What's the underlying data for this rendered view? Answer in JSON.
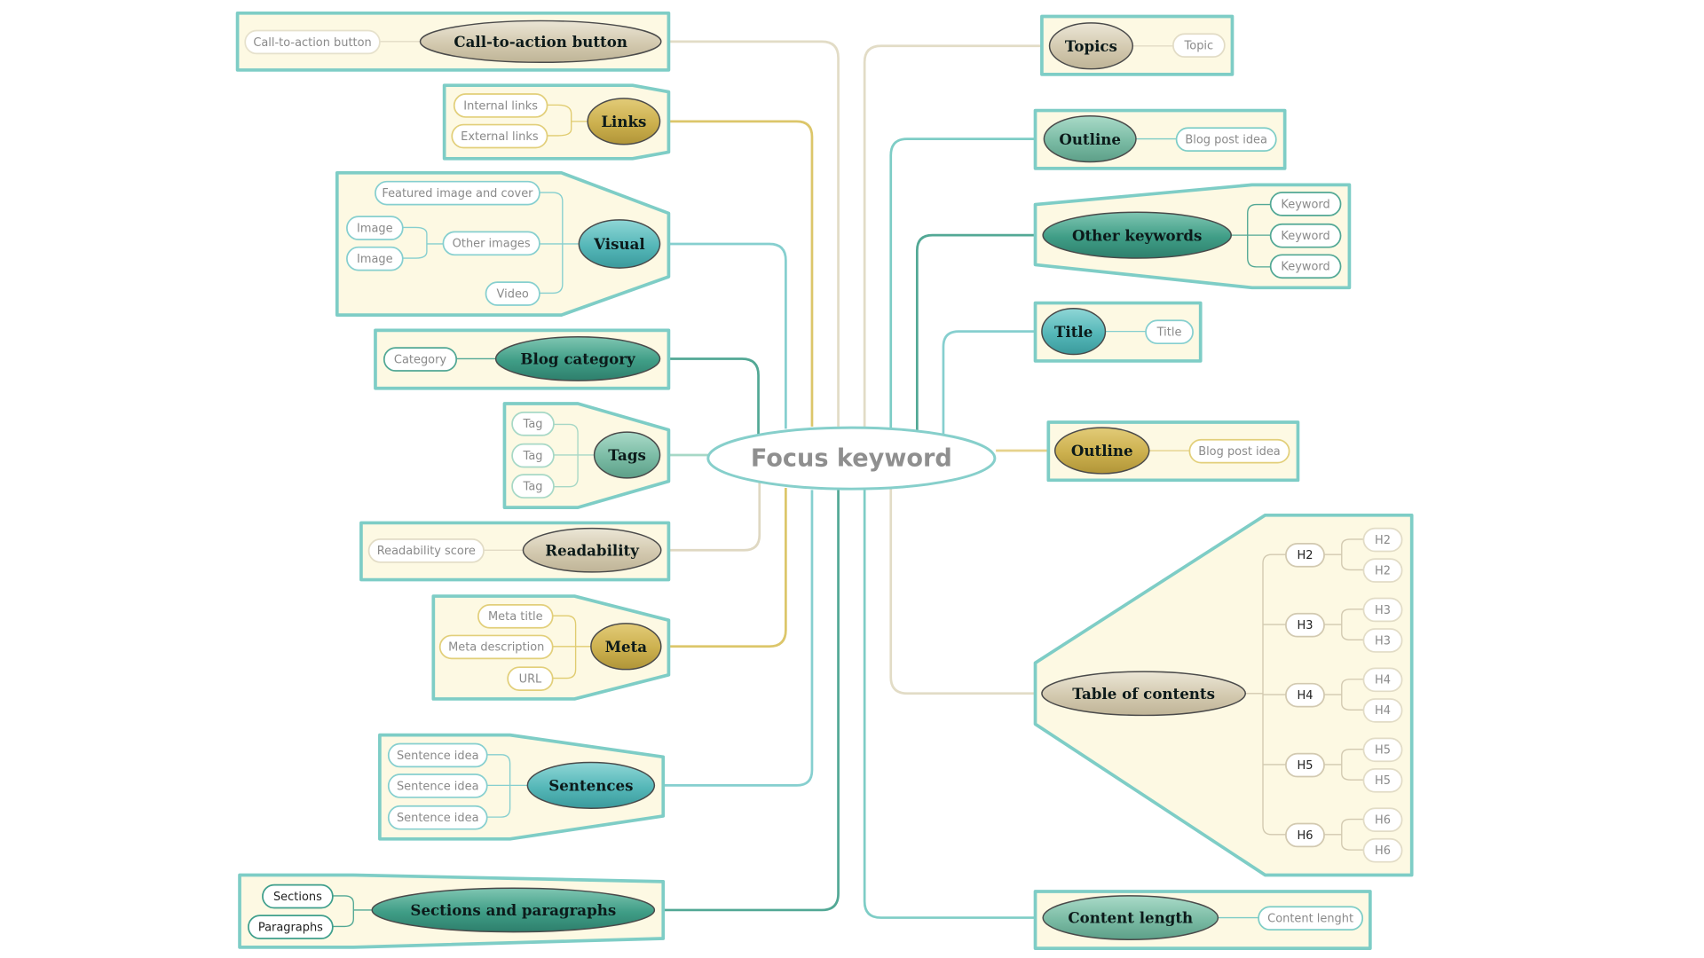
{
  "center": {
    "label": "Focus keyword"
  },
  "left": {
    "cta": {
      "label": "Call-to-action button",
      "leaves": [
        "Call-to-action button"
      ]
    },
    "links": {
      "label": "Links",
      "leaves": [
        "Internal links",
        "External links"
      ]
    },
    "visual": {
      "label": "Visual",
      "leaves": [
        "Featured image and cover",
        "Other images",
        "Image",
        "Image",
        "Video"
      ]
    },
    "blog_category": {
      "label": "Blog category",
      "leaves": [
        "Category"
      ]
    },
    "tags": {
      "label": "Tags",
      "leaves": [
        "Tag",
        "Tag",
        "Tag"
      ]
    },
    "readability": {
      "label": "Readability",
      "leaves": [
        "Readability score"
      ]
    },
    "meta": {
      "label": "Meta",
      "leaves": [
        "Meta title",
        "Meta description",
        "URL"
      ]
    },
    "sentences": {
      "label": "Sentences",
      "leaves": [
        "Sentence idea",
        "Sentence idea",
        "Sentence idea"
      ]
    },
    "sections": {
      "label": "Sections and paragraphs",
      "leaves": [
        "Sections",
        "Paragraphs"
      ]
    }
  },
  "right": {
    "topics": {
      "label": "Topics",
      "leaves": [
        "Topic"
      ]
    },
    "outline1": {
      "label": "Outline",
      "leaves": [
        "Blog post idea"
      ]
    },
    "other_keywords": {
      "label": "Other keywords",
      "leaves": [
        "Keyword",
        "Keyword",
        "Keyword"
      ]
    },
    "title": {
      "label": "Title",
      "leaves": [
        "Title"
      ]
    },
    "outline2": {
      "label": "Outline",
      "leaves": [
        "Blog post idea"
      ]
    },
    "toc": {
      "label": "Table of contents",
      "headings": [
        {
          "label": "H2",
          "children": [
            "H2",
            "H2"
          ]
        },
        {
          "label": "H3",
          "children": [
            "H3",
            "H3"
          ]
        },
        {
          "label": "H4",
          "children": [
            "H4",
            "H4"
          ]
        },
        {
          "label": "H5",
          "children": [
            "H5",
            "H5"
          ]
        },
        {
          "label": "H6",
          "children": [
            "H6",
            "H6"
          ]
        }
      ]
    },
    "content_length": {
      "label": "Content length",
      "leaves": [
        "Content lenght"
      ]
    }
  },
  "colors": {
    "panel_fill": "#fdf9e3",
    "panel_border": "#7ecdc6",
    "teal": "#5bbcbc",
    "dark_teal": "#3f9f8c",
    "sage": "#7cbfa9",
    "beige": "#d2c9b0",
    "gold": "#cdb24e",
    "center_border": "#86cfcb"
  }
}
